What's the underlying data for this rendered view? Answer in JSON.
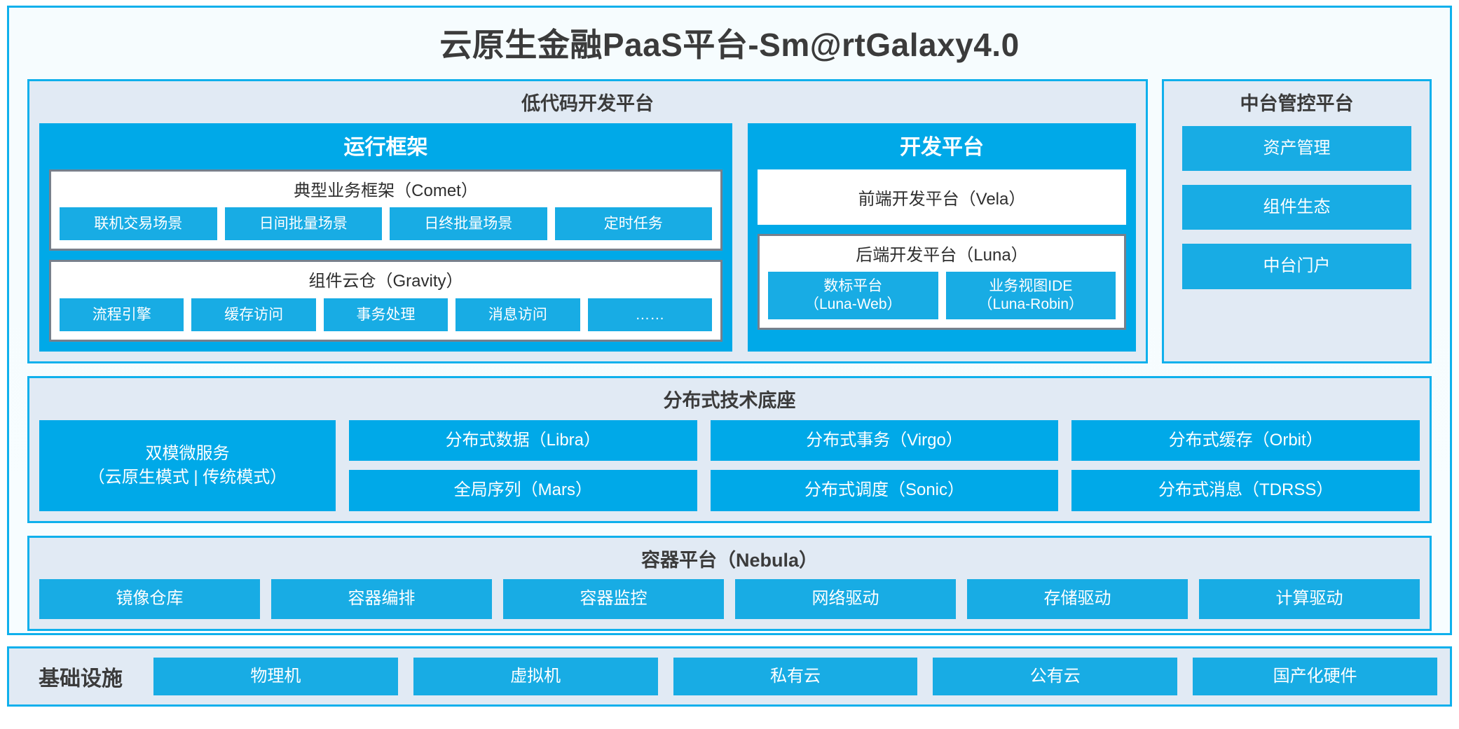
{
  "title": "云原生金融PaaS平台-Sm@rtGalaxy4.0",
  "colors": {
    "accent": "#0fb0ec",
    "cyan": "#00a9e8",
    "chip": "#18ace4",
    "panel_bg": "#e1eaf4",
    "inner_border": "#77808c",
    "text_dark": "#3b3b3b"
  },
  "lowcode": {
    "title": "低代码开发平台",
    "runtime": {
      "title": "运行框架",
      "groups": [
        {
          "title": "典型业务框架（Comet）",
          "items": [
            "联机交易场景",
            "日间批量场景",
            "日终批量场景",
            "定时任务"
          ]
        },
        {
          "title": "组件云仓（Gravity）",
          "items": [
            "流程引擎",
            "缓存访问",
            "事务处理",
            "消息访问",
            "……"
          ]
        }
      ]
    },
    "devplatform": {
      "title": "开发平台",
      "frontend_bar": "前端开发平台（Vela）",
      "backend": {
        "title": "后端开发平台（Luna）",
        "items": [
          {
            "line1": "数标平台",
            "line2": "（Luna-Web）"
          },
          {
            "line1": "业务视图IDE",
            "line2": "（Luna-Robin）"
          }
        ]
      }
    }
  },
  "midoffice": {
    "title": "中台管控平台",
    "items": [
      "资产管理",
      "组件生态",
      "中台门户"
    ]
  },
  "tech_base": {
    "title": "分布式技术底座",
    "wide": {
      "line1": "双模微服务",
      "line2": "（云原生模式 | 传统模式）"
    },
    "columns": [
      [
        "分布式数据（Libra）",
        "全局序列（Mars）"
      ],
      [
        "分布式事务（Virgo）",
        "分布式调度（Sonic）"
      ],
      [
        "分布式缓存（Orbit）",
        "分布式消息（TDRSS）"
      ]
    ]
  },
  "container_platform": {
    "title": "容器平台（Nebula）",
    "items": [
      "镜像仓库",
      "容器编排",
      "容器监控",
      "网络驱动",
      "存储驱动",
      "计算驱动"
    ]
  },
  "infrastructure": {
    "label": "基础设施",
    "items": [
      "物理机",
      "虚拟机",
      "私有云",
      "公有云",
      "国产化硬件"
    ]
  }
}
